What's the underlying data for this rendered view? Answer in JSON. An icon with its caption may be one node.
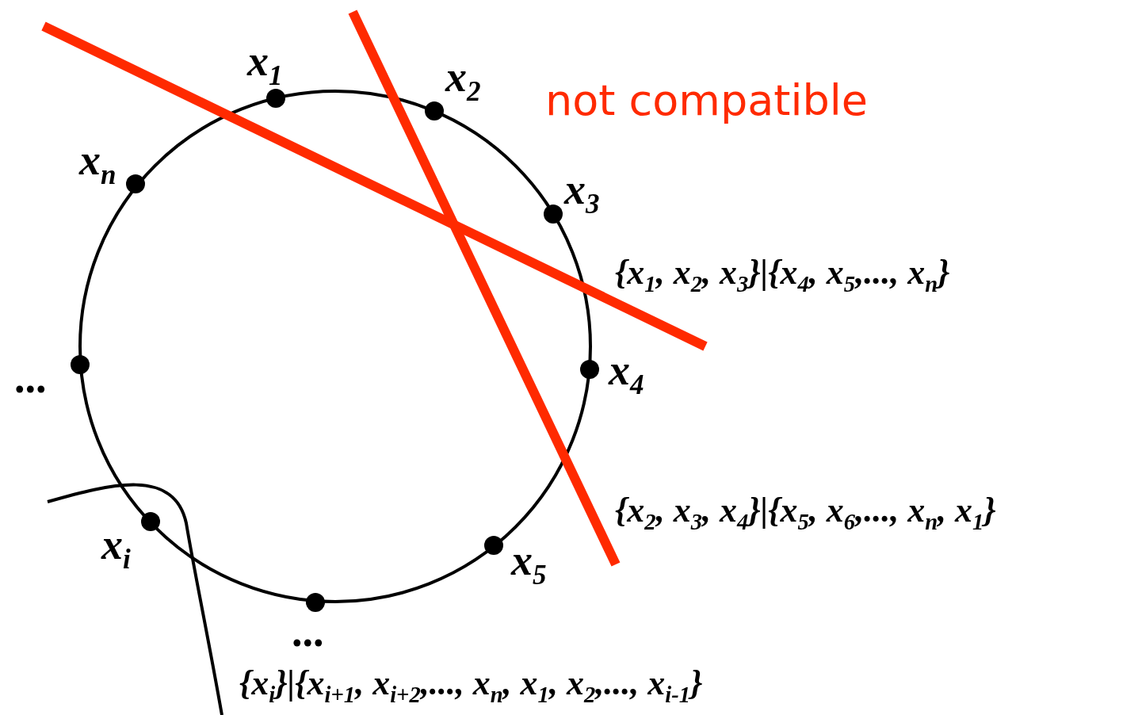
{
  "diagram": {
    "labels": [
      "x$_{1}$",
      "x$_{2}$",
      "not compatible",
      "x$_{n}$",
      "x$_{3}$",
      "{x$_{1}$, x$_{2}$, x$_{3}$}|{x$_{4}$, x$_{5}$,..., x$_{n}$}",
      "...",
      "x$_{4}$",
      "{x$_{2}$, x$_{3}$, x$_{4}$}|{x$_{5}$, x$_{6}$,..., x$_{n}$, x$_{1}$}",
      "x$_{i}$",
      "x$_{5}$",
      "...",
      "{x$_{i}$}|{x$_{i+1}$, x$_{i+2}$,..., x$_{n}$, x$_{1}$, x$_{2}$,..., x$_{i-1}$}"
    ]
  }
}
